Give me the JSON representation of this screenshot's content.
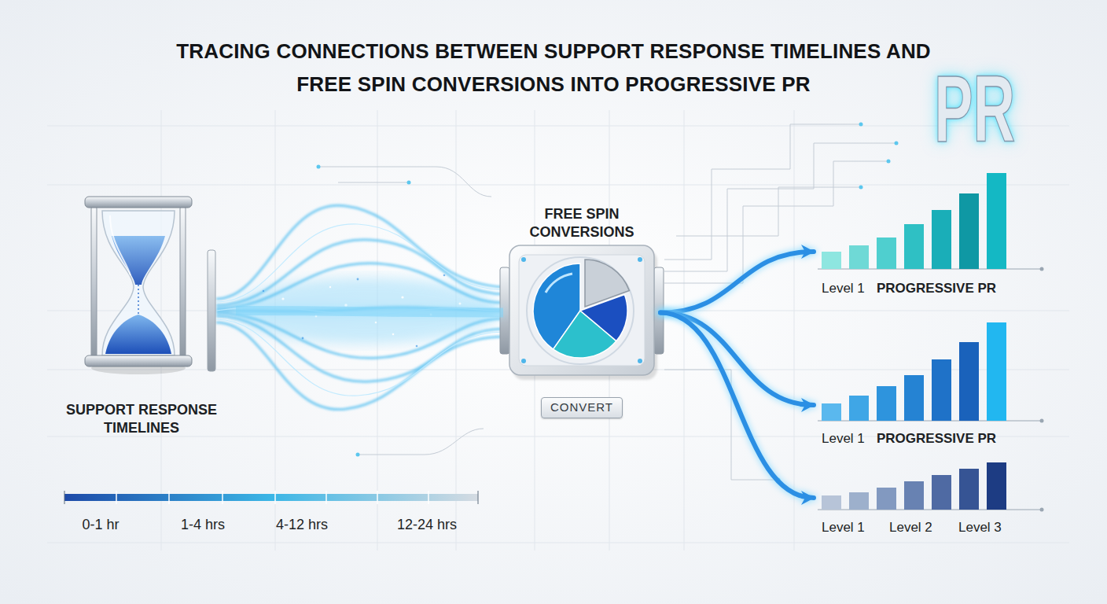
{
  "diagram": {
    "title": "TRACING CONNECTIONS BETWEEN SUPPORT RESPONSE TIMELINES AND FREE SPIN CONVERSIONS INTO PROGRESSIVE PR",
    "nodes": [
      {
        "text": [
          "SUPPORT RESPONSE TIMELINES"
        ]
      },
      {
        "text": [
          "FREE SPIN CONVERSIONS",
          "CONVERT"
        ]
      },
      {
        "text": [
          "Level 1",
          "PROGRESSIVE PR"
        ]
      },
      {
        "text": [
          "Level 1",
          "PROGRESSIVE PR"
        ]
      },
      {
        "text": [
          "Level 1",
          "Level 2",
          "Level 3"
        ]
      }
    ],
    "edges": [
      {
        "from": 0,
        "to": 1,
        "arrow": "none"
      },
      {
        "from": 1,
        "to": 2,
        "arrow": "to"
      },
      {
        "from": 1,
        "to": 3,
        "arrow": "to"
      },
      {
        "from": 1,
        "to": 4,
        "arrow": "to"
      }
    ],
    "labels": [
      "PR",
      "0-1 hr",
      "1-4 hrs",
      "4-12 hrs",
      "12-24 hrs"
    ]
  }
}
